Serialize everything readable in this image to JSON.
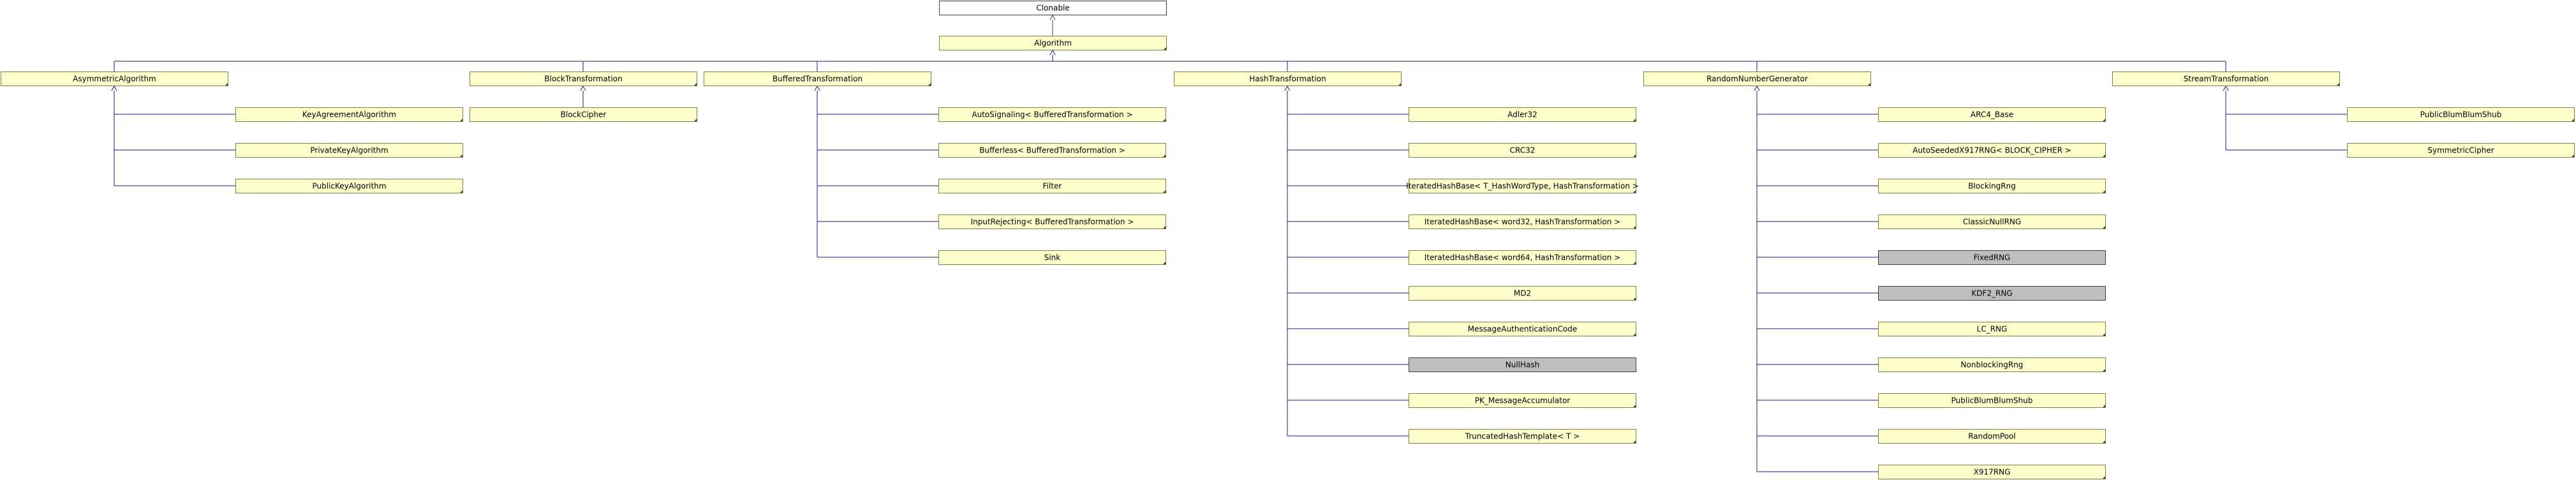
{
  "diagram": {
    "colors": {
      "node_fill": "#ffffcc",
      "node_border": "#7f7f4c",
      "root_fill": "#ffffff",
      "grey_fill": "#bfbfbf",
      "edge_color": "#1a1a8c",
      "inherit_edge_color": "#404040"
    },
    "root": {
      "label": "Clonable"
    },
    "base": {
      "label": "Algorithm"
    },
    "groups": [
      {
        "label": "AsymmetricAlgorithm",
        "children": [
          {
            "label": "KeyAgreementAlgorithm",
            "grey": false
          },
          {
            "label": "PrivateKeyAlgorithm",
            "grey": false
          },
          {
            "label": "PublicKeyAlgorithm",
            "grey": false
          }
        ]
      },
      {
        "label": "BlockTransformation",
        "children": [
          {
            "label": "BlockCipher",
            "grey": false
          }
        ]
      },
      {
        "label": "BufferedTransformation",
        "children": [
          {
            "label": "AutoSignaling< BufferedTransformation >",
            "grey": false
          },
          {
            "label": "Bufferless< BufferedTransformation >",
            "grey": false
          },
          {
            "label": "Filter",
            "grey": false
          },
          {
            "label": "InputRejecting< BufferedTransformation >",
            "grey": false
          },
          {
            "label": "Sink",
            "grey": false
          }
        ]
      },
      {
        "label": "HashTransformation",
        "children": [
          {
            "label": "Adler32",
            "grey": false
          },
          {
            "label": "CRC32",
            "grey": false
          },
          {
            "label": "IteratedHashBase< T_HashWordType, HashTransformation >",
            "grey": false
          },
          {
            "label": "IteratedHashBase< word32, HashTransformation >",
            "grey": false
          },
          {
            "label": "IteratedHashBase< word64, HashTransformation >",
            "grey": false
          },
          {
            "label": "MD2",
            "grey": false
          },
          {
            "label": "MessageAuthenticationCode",
            "grey": false
          },
          {
            "label": "NullHash",
            "grey": true
          },
          {
            "label": "PK_MessageAccumulator",
            "grey": false
          },
          {
            "label": "TruncatedHashTemplate< T >",
            "grey": false
          }
        ]
      },
      {
        "label": "RandomNumberGenerator",
        "children": [
          {
            "label": "ARC4_Base",
            "grey": false
          },
          {
            "label": "AutoSeededX917RNG< BLOCK_CIPHER >",
            "grey": false
          },
          {
            "label": "BlockingRng",
            "grey": false
          },
          {
            "label": "ClassicNullRNG",
            "grey": false
          },
          {
            "label": "FixedRNG",
            "grey": true
          },
          {
            "label": "KDF2_RNG",
            "grey": true
          },
          {
            "label": "LC_RNG",
            "grey": false
          },
          {
            "label": "NonblockingRng",
            "grey": false
          },
          {
            "label": "PublicBlumBlumShub",
            "grey": false
          },
          {
            "label": "RandomPool",
            "grey": false
          },
          {
            "label": "X917RNG",
            "grey": false
          }
        ]
      },
      {
        "label": "StreamTransformation",
        "children": [
          {
            "label": "PublicBlumBlumShub",
            "grey": false
          },
          {
            "label": "SymmetricCipher",
            "grey": false
          }
        ]
      }
    ]
  }
}
